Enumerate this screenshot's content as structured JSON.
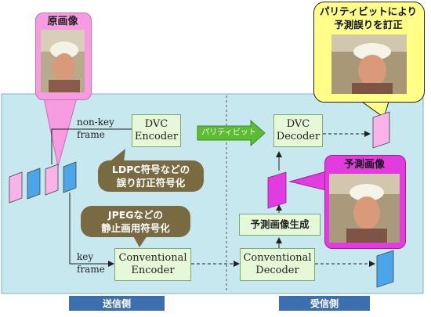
{
  "callouts": {
    "original": "原画像",
    "parity_corrected": "パリティビットにより\n予測誤りを訂正",
    "predicted": "予測画像"
  },
  "labels": {
    "non_key_frame": "non-key\nframe",
    "key_frame": "key\nframe"
  },
  "blocks": {
    "dvc_encoder": "DVC\nEncoder",
    "dvc_decoder": "DVC\nDecoder",
    "conv_encoder": "Conventional\nEncoder",
    "conv_decoder": "Conventional\nDecoder",
    "prediction_gen": "予測画像生成"
  },
  "notes": {
    "ldpc": "LDPC符号などの\n誤り訂正符号化",
    "jpeg": "JPEGなどの\n静止画用符号化"
  },
  "parity_arrow": "パリティビット",
  "footer": {
    "sender": "送信側",
    "receiver": "受信側"
  },
  "colors": {
    "panel": "#c7e8ee",
    "block_fill": "#e5f8d8",
    "note_fill": "#7a6a42",
    "footer_fill": "#3c6fb0",
    "callout_pink": "#f79ce0",
    "callout_yellow": "#ffff88",
    "callout_magenta": "#e23ce0",
    "arrow_green": "#5cbd33"
  }
}
